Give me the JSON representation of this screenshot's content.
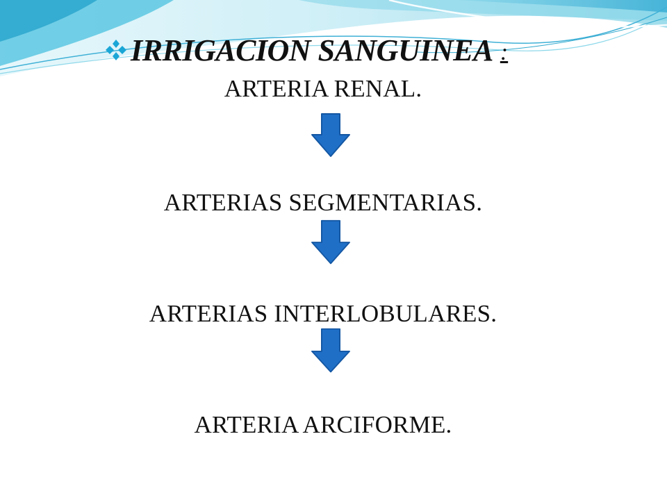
{
  "title": {
    "text": "IRRIGACION SANGUINEA",
    "colon": ":",
    "bullet_icon": "diamond-bullet-icon",
    "bullet_color": "#1AA6D6"
  },
  "steps": [
    {
      "label": "ARTERIA RENAL."
    },
    {
      "label": "ARTERIAS SEGMENTARIAS."
    },
    {
      "label": "ARTERIAS INTERLOBULARES."
    },
    {
      "label": "ARTERIA ARCIFORME."
    }
  ],
  "connectors": [
    {
      "icon": "down-arrow-icon",
      "color": "#1F6FC7"
    },
    {
      "icon": "down-arrow-icon",
      "color": "#1F6FC7"
    },
    {
      "icon": "down-arrow-icon",
      "color": "#1F6FC7"
    }
  ],
  "colors": {
    "wave_light": "#D6F1F7",
    "wave_mid": "#7FD3E8",
    "wave_dark": "#2FA8CE",
    "arrow_fill": "#1F6FC7",
    "arrow_stroke": "#1457A3"
  }
}
